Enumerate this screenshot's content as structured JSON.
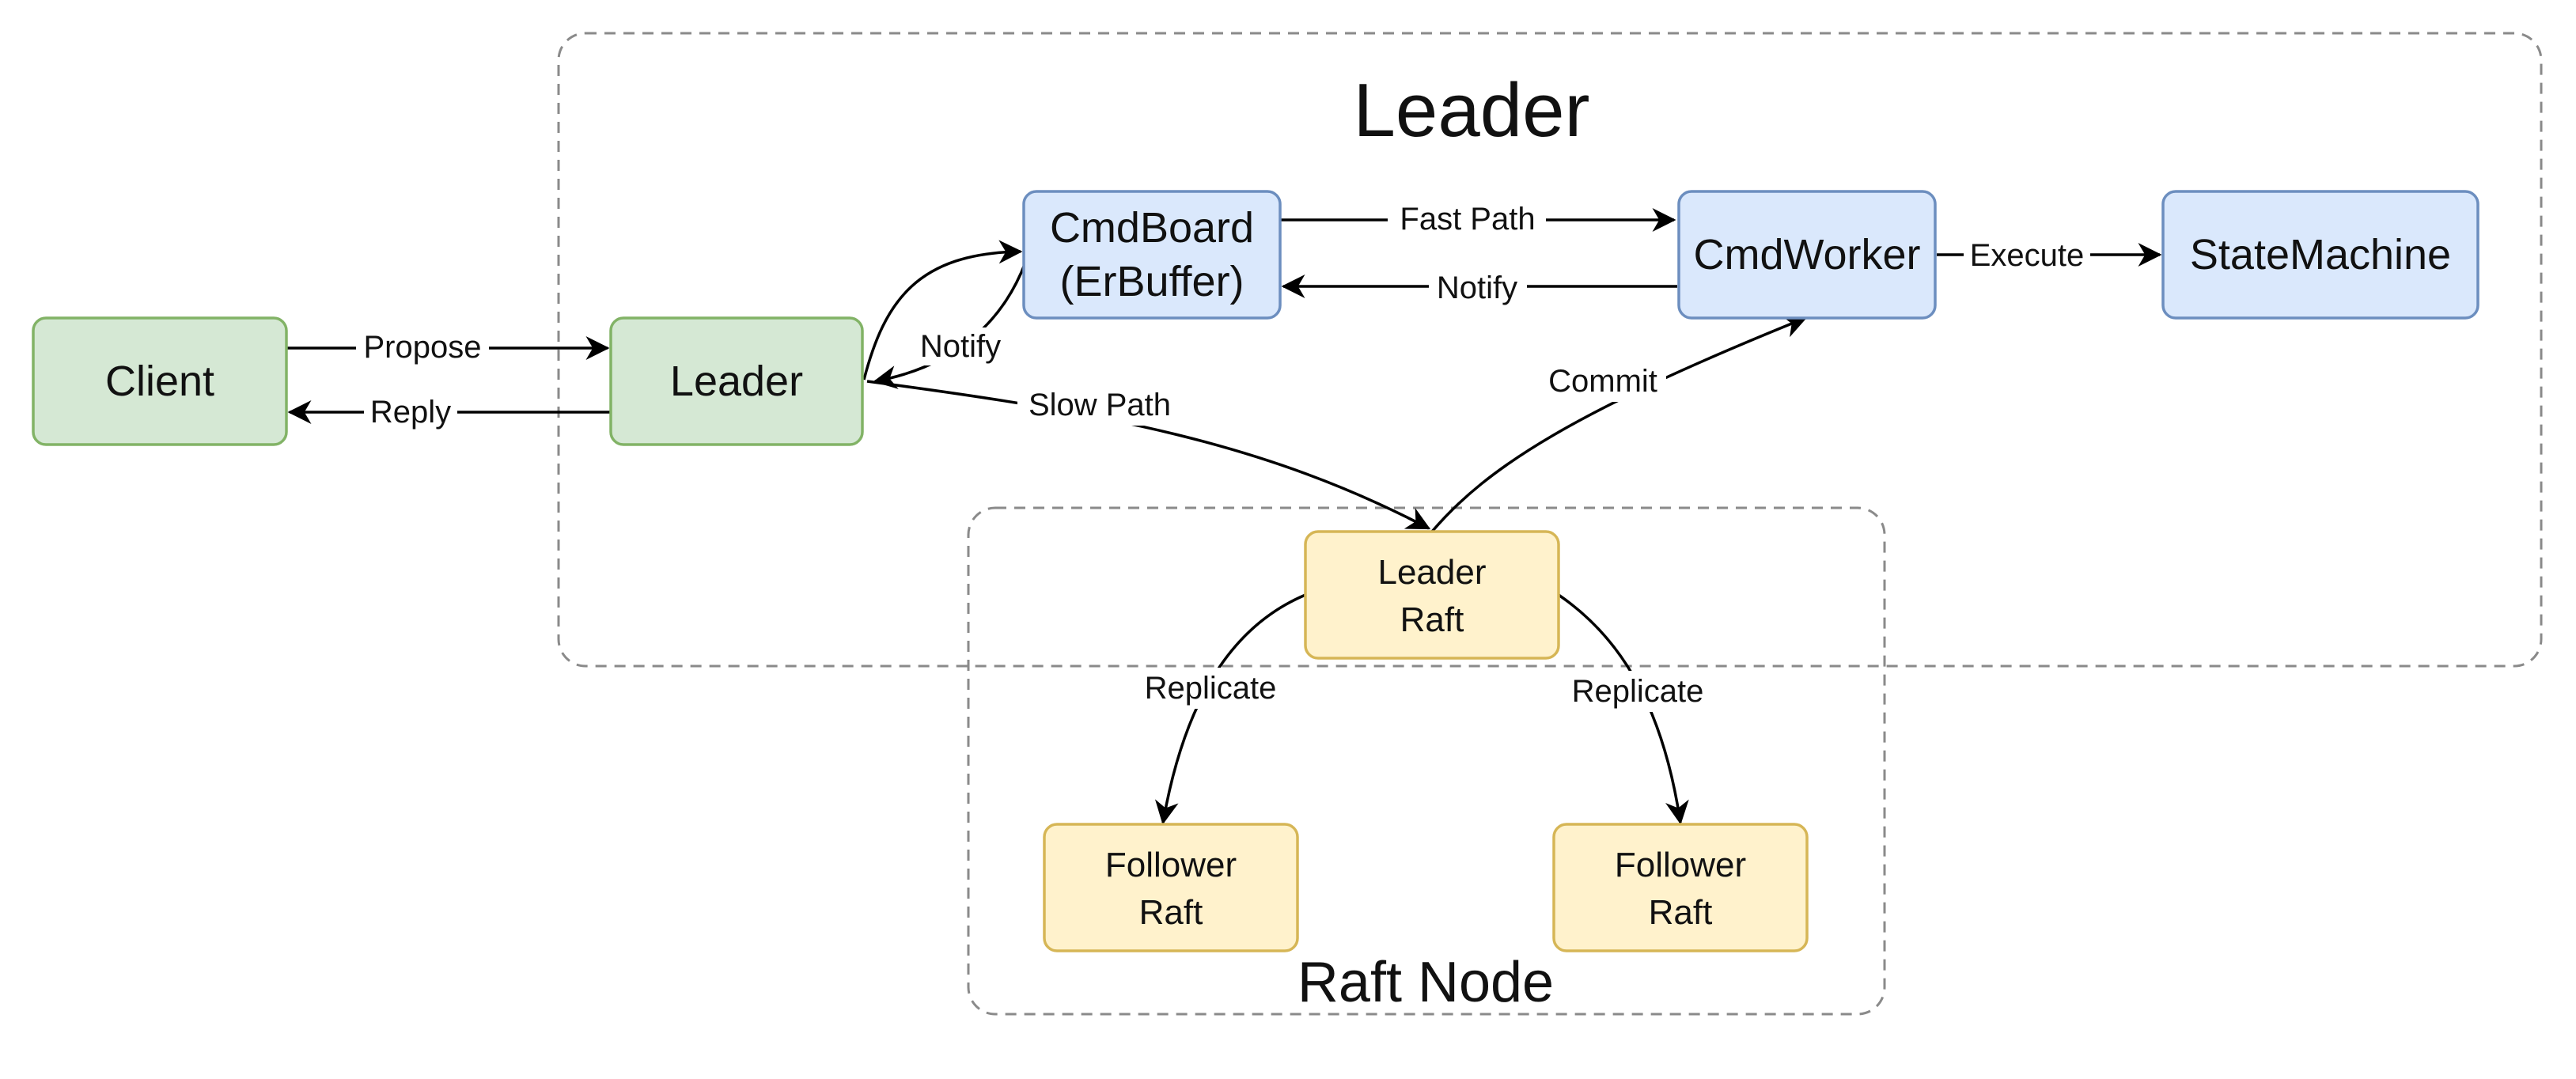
{
  "groups": {
    "leader": {
      "title": "Leader"
    },
    "raft_node": {
      "title": "Raft Node"
    }
  },
  "nodes": {
    "client": {
      "label": "Client",
      "color": "#d5e8d4",
      "border": "#82b366"
    },
    "leader": {
      "label": "Leader",
      "color": "#d5e8d4",
      "border": "#82b366"
    },
    "cmdboard": {
      "line1": "CmdBoard",
      "line2": "(ErBuffer)",
      "color": "#dae8fc",
      "border": "#6c8ebf"
    },
    "cmdworker": {
      "label": "CmdWorker",
      "color": "#dae8fc",
      "border": "#6c8ebf"
    },
    "statemachine": {
      "label": "StateMachine",
      "color": "#dae8fc",
      "border": "#6c8ebf"
    },
    "leader_raft": {
      "line1": "Leader",
      "line2": "Raft",
      "color": "#fff2cc",
      "border": "#d6b656"
    },
    "follower_raft_left": {
      "line1": "Follower",
      "line2": "Raft",
      "color": "#fff2cc",
      "border": "#d6b656"
    },
    "follower_raft_right": {
      "line1": "Follower",
      "line2": "Raft",
      "color": "#fff2cc",
      "border": "#d6b656"
    }
  },
  "edges": {
    "propose": "Propose",
    "reply": "Reply",
    "leader_to_cmdboard_notify": "Notify",
    "fast_path": "Fast Path",
    "worker_to_board_notify": "Notify",
    "execute": "Execute",
    "slow_path": "Slow Path",
    "commit": "Commit",
    "replicate_left": "Replicate",
    "replicate_right": "Replicate"
  }
}
